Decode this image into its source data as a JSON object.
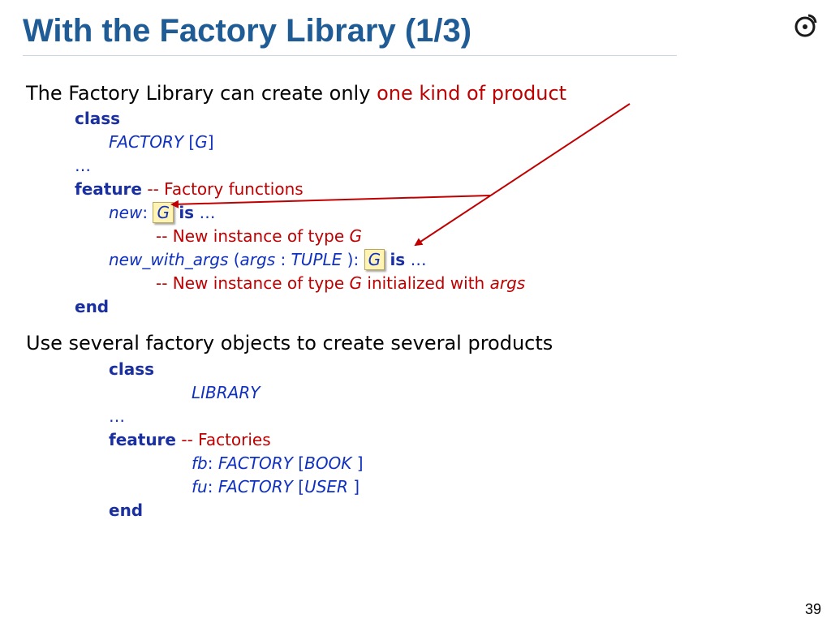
{
  "slide": {
    "title": "With the Factory Library (1/3)",
    "page_number": "39",
    "logo_icon": "eiffel-logo-icon"
  },
  "section1": {
    "intro": "The Factory Library can create only ",
    "intro_emph": "one kind of product",
    "code": {
      "class_kw": "class",
      "class_name": "FACTORY",
      "class_generic_open": " [",
      "class_generic": "G",
      "class_generic_close": "]",
      "ellipsis": "…",
      "feature_kw": "feature",
      "feature_comment": " -- Factory functions",
      "new_name": "new",
      "new_colon": ": ",
      "new_type": "G",
      "new_is": "is",
      "new_dots": "…",
      "new_comment_pre": "-- New instance of type ",
      "new_comment_type": "G",
      "nwa_name": "new_with_args",
      "nwa_paren_open": " (",
      "nwa_arg": "args",
      "nwa_colon": " : ",
      "nwa_argtype": "TUPLE",
      "nwa_paren_close": " )",
      "nwa_colon2": ": ",
      "nwa_type": "G",
      "nwa_is": "is",
      "nwa_dots": "…",
      "nwa_comment_pre": "-- New instance of type ",
      "nwa_comment_type": "G",
      "nwa_comment_mid": " initialized with ",
      "nwa_comment_arg": "args",
      "end_kw": "end"
    }
  },
  "section2": {
    "intro": "Use several factory objects to create several products",
    "code": {
      "class_kw": "class",
      "class_name": "LIBRARY",
      "ellipsis": "…",
      "feature_kw": "feature",
      "feature_comment": " -- Factories",
      "fb_name": "fb",
      "fb_colon": ": ",
      "fb_type": "FACTORY",
      "fb_open": " [",
      "fb_generic": "BOOK",
      "fb_close": " ]",
      "fu_name": "fu",
      "fu_colon": ": ",
      "fu_type": "FACTORY",
      "fu_open": " [",
      "fu_generic": "USER",
      "fu_close": " ]",
      "end_kw": "end"
    }
  },
  "colors": {
    "title": "#1f5b95",
    "keyword": "#1a2fa0",
    "identifier": "#1030c0",
    "comment": "#c00000",
    "highlight": "#fff4b3",
    "arrow": "#c00000"
  }
}
